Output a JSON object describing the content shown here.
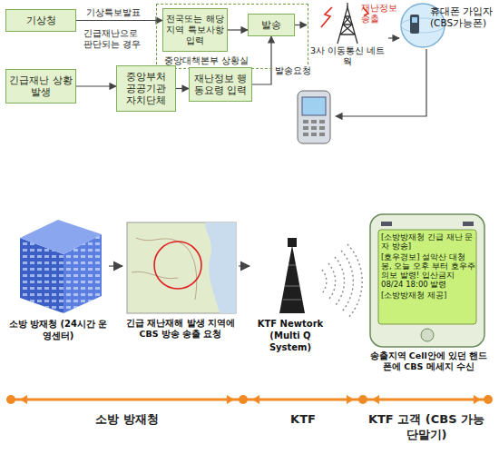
{
  "diagram": {
    "nodes": [
      {
        "text": [
          "기상청"
        ]
      },
      {
        "text": [
          "중앙대책본부 상황실"
        ]
      },
      {
        "text": [
          "전국또는 해당지역 특보사항 입력"
        ],
        "in": 1
      },
      {
        "text": [
          "발송"
        ],
        "in": 1
      },
      {
        "text": [
          "3사 이동통신 네트웍"
        ]
      },
      {
        "text": [
          "휴대폰 가입자 (CBS가능폰)"
        ]
      },
      {
        "text": [
          "긴급재난 상황발생"
        ]
      },
      {
        "text": [
          "중앙부처 공공기관 자치단체"
        ]
      },
      {
        "text": [
          "재난정보 행동요령 입력"
        ]
      },
      {
        "text": [
          "소방 방재청 (24시간 운영센터)"
        ]
      },
      {
        "text": [
          "긴급 재난재해 발생 지역에 CBS 방송 송출 요청"
        ]
      },
      {
        "text": [
          "KTF Newtork (Multi Q System)"
        ]
      },
      {
        "text": [
          "[소방방재청 긴급 재난 문자 방송]",
          "[호우경보] 설악산 대청봉, 오늘 오후 부터 호우주의보 발령! 입산금지 08/24 18:00 발령",
          "[소방방재청 제공]",
          "송출지역 Cell안에 있던 핸드폰에 CBS 메세지 수신"
        ]
      }
    ],
    "edges": [
      {
        "from": 0,
        "to": 2,
        "label": "기상특보발표",
        "arrow": "to"
      },
      {
        "from": 2,
        "to": 3,
        "arrow": "to"
      },
      {
        "from": 3,
        "to": 4,
        "arrow": "to"
      },
      {
        "from": 4,
        "to": 5,
        "arrow": "to"
      },
      {
        "from": 6,
        "to": 7,
        "arrow": "to"
      },
      {
        "from": 7,
        "to": 8,
        "arrow": "to"
      },
      {
        "from": 8,
        "to": 3,
        "label": "발송요청",
        "arrow": "to"
      },
      {
        "from": 9,
        "to": 10,
        "arrow": "to"
      },
      {
        "from": 10,
        "to": 11,
        "arrow": "to"
      }
    ],
    "labels": [
      "긴급재난으로 판단되는 경우",
      "재난정보 송출",
      "소방 방재청",
      "KTF",
      "KTF 고객 (CBS 가능 단말기)"
    ]
  }
}
